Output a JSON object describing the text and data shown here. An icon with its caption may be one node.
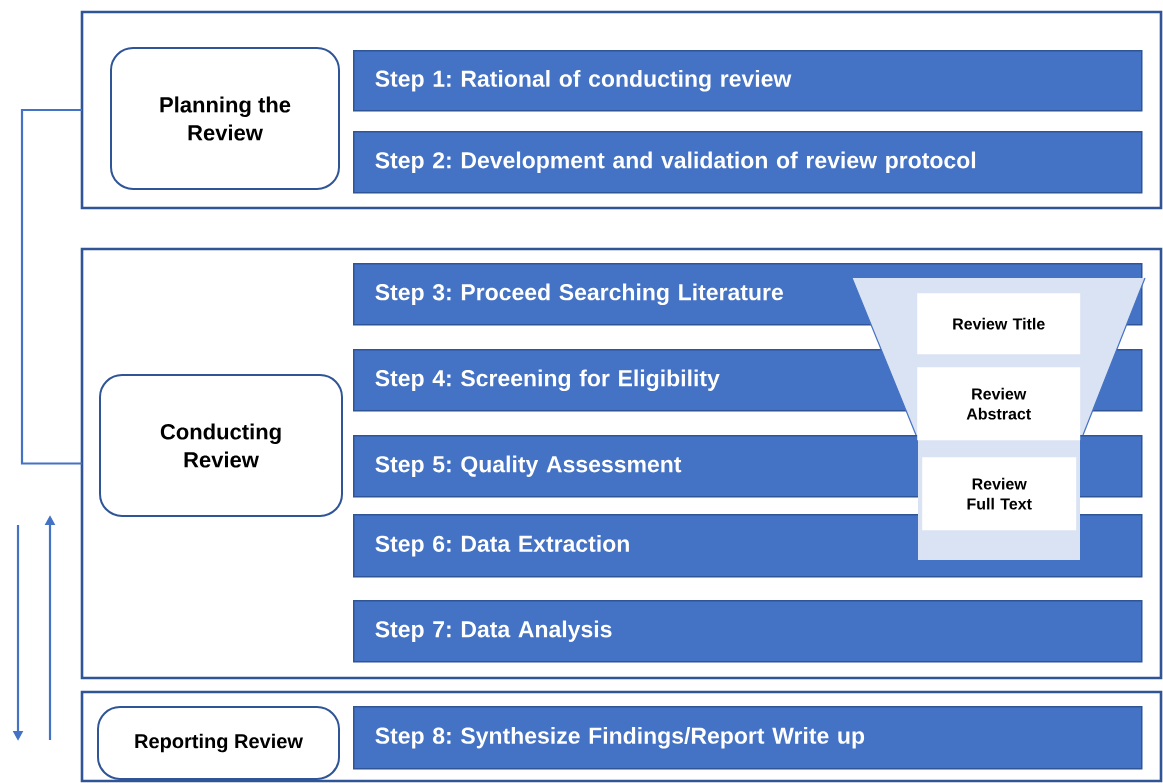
{
  "diagram": {
    "nodes": [
      {
        "text": [],
        "shape": "box"
      },
      {
        "text": [
          "Planning the Review"
        ],
        "in": 0
      },
      {
        "text": [
          "Step 1: Rational of conducting review"
        ],
        "in": 0
      },
      {
        "text": [
          "Step 2: Development and validation of review protocol"
        ],
        "in": 0
      },
      {
        "text": [],
        "shape": "box"
      },
      {
        "text": [
          "Conducting Review"
        ],
        "in": 4
      },
      {
        "text": [
          "Step 3: Proceed Searching Literature"
        ],
        "in": 4
      },
      {
        "text": [
          "Step 4: Screening for Eligibility"
        ],
        "in": 4
      },
      {
        "text": [
          "Step 5: Quality Assessment"
        ],
        "in": 4
      },
      {
        "text": [
          "Step 6: Data Extraction"
        ],
        "in": 4
      },
      {
        "text": [
          "Step 7: Data Analysis"
        ],
        "in": 4
      },
      {
        "text": [],
        "shape": "funnel",
        "in": 4
      },
      {
        "text": [
          "Review Title"
        ],
        "in": 11
      },
      {
        "text": [
          "Review Abstract"
        ],
        "in": 11
      },
      {
        "text": [
          "Review Full Text"
        ],
        "in": 11
      },
      {
        "text": [],
        "shape": "box"
      },
      {
        "text": [
          "Reporting Review"
        ],
        "in": 15
      },
      {
        "text": [
          "Step 8: Synthesize Findings/Report Write up"
        ],
        "in": 15
      }
    ],
    "edges": [
      {
        "from": 0,
        "to": 4,
        "arrow": "none"
      }
    ]
  }
}
